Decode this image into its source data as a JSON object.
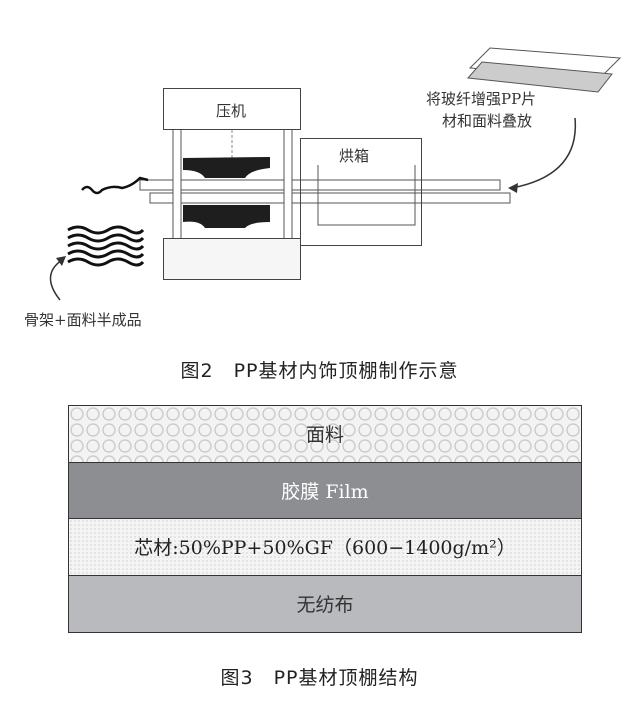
{
  "figure2": {
    "press_label": "压机",
    "oven_label": "烘箱",
    "stack_label_line1": "将玻纤增强PP片",
    "stack_label_line2": "材和面料叠放",
    "product_label": "骨架+面料半成品",
    "caption": "图2　PP基材内饰顶棚制作示意"
  },
  "figure3": {
    "layers": [
      "面料",
      "胶膜 Film",
      "芯材:50%PP+50%GF（600−1400g/m²）",
      "无纺布"
    ],
    "caption": "图3　PP基材顶棚结构"
  }
}
